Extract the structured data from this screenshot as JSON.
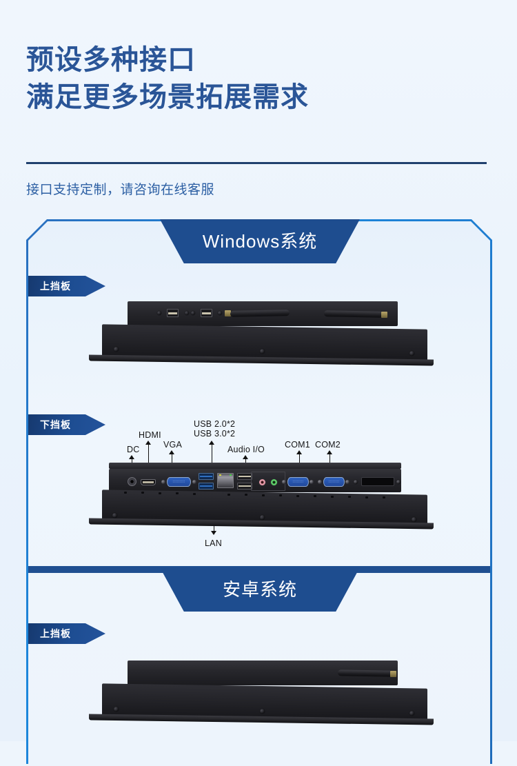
{
  "header": {
    "headline_line1": "预设多种接口",
    "headline_line2": "满足更多场景拓展需求",
    "subtitle": "接口支持定制，请咨询在线客服",
    "heading_color": "#2a5597",
    "divider_color": "#20406e"
  },
  "theme": {
    "background": "#eef5fc",
    "card_border": "#1b87dc",
    "banner_blue": "#1e4d8f",
    "tag_blue": "#1d4d92",
    "accent_text": "#2c5fa3"
  },
  "sections": [
    {
      "id": "windows",
      "banner_label": "Windows系统",
      "panels": [
        {
          "tag": "上挡板",
          "description": "Top panel with 2 USB ports and 2 antennas"
        },
        {
          "tag": "下挡板",
          "description": "Bottom I/O panel",
          "callouts": [
            {
              "label": "DC"
            },
            {
              "label": "HDMI"
            },
            {
              "label": "VGA"
            },
            {
              "label": "USB 2.0*2",
              "label2": "USB 3.0*2"
            },
            {
              "label": "Audio I/O"
            },
            {
              "label": "COM1"
            },
            {
              "label": "COM2"
            },
            {
              "label": "LAN"
            }
          ]
        }
      ]
    },
    {
      "id": "android",
      "banner_label": "安卓系统",
      "panels": [
        {
          "tag": "上挡板",
          "description": "Top panel with 1 antenna"
        }
      ]
    }
  ]
}
